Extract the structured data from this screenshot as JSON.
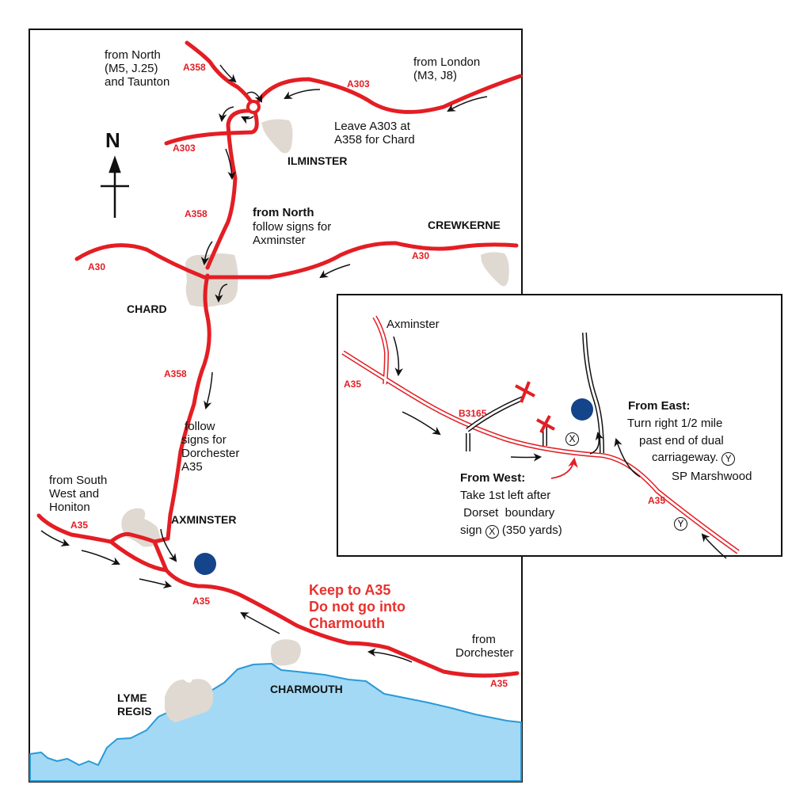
{
  "colors": {
    "road": "#e31e24",
    "town": "#e0d9d1",
    "sea": "#a3d9f5",
    "coast": "#2a9ad8",
    "destination": "#14448a",
    "text": "#111111",
    "warning": "#e8322f"
  },
  "main_map": {
    "compass": {
      "label": "N"
    },
    "towns": [
      {
        "name": "ILMINSTER"
      },
      {
        "name": "CREWKERNE"
      },
      {
        "name": "CHARD"
      },
      {
        "name": "AXMINSTER"
      },
      {
        "name": "LYME\nREGIS"
      },
      {
        "name": "CHARMOUTH"
      }
    ],
    "road_labels": {
      "a358_north": "A358",
      "a303_east": "A303",
      "a303_west": "A303",
      "a358_mid": "A358",
      "a30_west": "A30",
      "a30_east": "A30",
      "a358_south": "A358",
      "a35_west": "A35",
      "a35_axminster": "A35",
      "a35_east": "A35"
    },
    "directions": {
      "from_north_taunton": "from North\n(M5, J.25)\nand Taunton",
      "from_london": "from London\n(M3, J8)",
      "leave_a303": "Leave A303 at\nA358 for Chard",
      "from_north_title": "from North",
      "from_north_body": "follow signs for\nAxminster",
      "follow_dorchester": " follow\nsigns for\nDorchester\nA35",
      "from_south_west": "from South\nWest and\nHoniton",
      "from_dorchester": "     from\nDorchester"
    },
    "warning": "Keep to A35\nDo not go into\nCharmouth"
  },
  "inset_map": {
    "labels": {
      "axminster": "Axminster",
      "a35_west": "A35",
      "b3165": "B3165",
      "a35_east": "A35",
      "marker_x": "X",
      "marker_y": "Y"
    },
    "from_east": {
      "title": "From East:",
      "line1": "Turn right 1/2 mile",
      "line2": "past end of dual",
      "line3": "carriageway.",
      "line4": "SP Marshwood"
    },
    "from_west": {
      "title": "From West:",
      "line1": "Take 1st left after",
      "line2": " Dorset  boundary",
      "line3_pre": "sign",
      "line3_post": "(350 yards)"
    }
  }
}
